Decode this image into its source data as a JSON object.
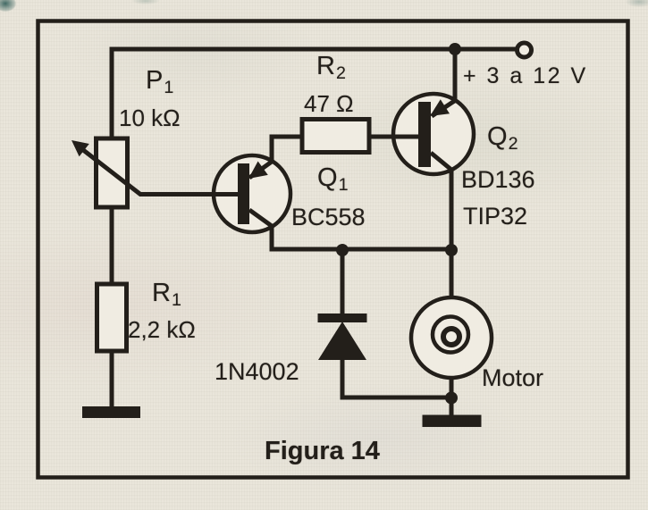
{
  "figure": {
    "caption": "Figura 14",
    "supply": {
      "label": "+ 3 a 12 V"
    },
    "components": {
      "p1": {
        "ref": "P",
        "sub": "1",
        "value": "10 kΩ",
        "type": "potentiometer"
      },
      "r2": {
        "ref": "R",
        "sub": "2",
        "value": "47 Ω",
        "type": "resistor"
      },
      "r1": {
        "ref": "R",
        "sub": "1",
        "value": "2,2 kΩ",
        "type": "resistor"
      },
      "q1": {
        "ref": "Q",
        "sub": "1",
        "part": "BC558",
        "type": "pnp-transistor"
      },
      "q2": {
        "ref": "Q",
        "sub": "2",
        "part": "BD136",
        "alt_part": "TIP32",
        "type": "pnp-transistor"
      },
      "d1": {
        "part": "1N4002",
        "type": "diode"
      },
      "motor": {
        "label": "Motor",
        "type": "dc-motor"
      }
    },
    "colors": {
      "ink": "#231f1a",
      "paper": "#e9e5da",
      "box_fill": "#f0ece2"
    }
  }
}
